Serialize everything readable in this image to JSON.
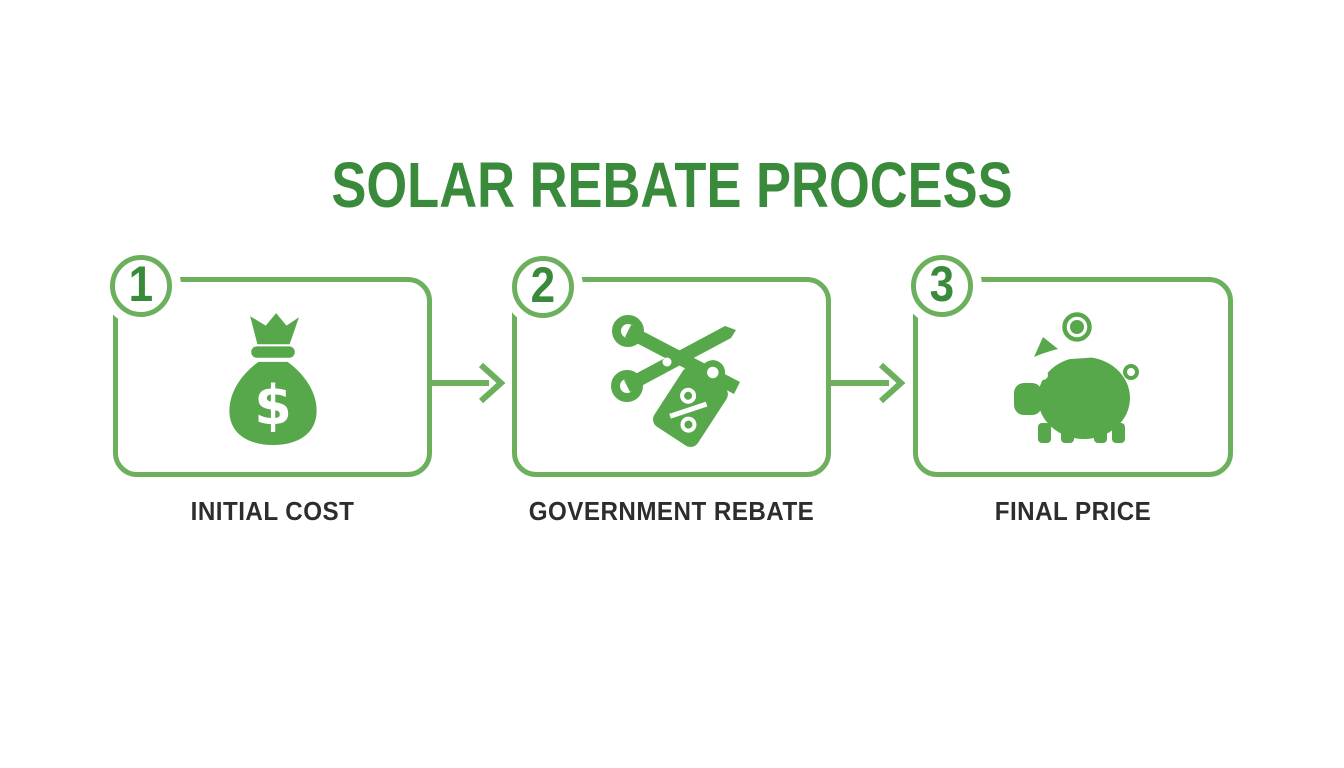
{
  "title": "SOLAR REBATE PROCESS",
  "steps": [
    {
      "number": "1",
      "label": "INITIAL COST",
      "icon": "money-bag-icon"
    },
    {
      "number": "2",
      "label": "GOVERNMENT REBATE",
      "icon": "scissors-price-tag-icon"
    },
    {
      "number": "3",
      "label": "FINAL PRICE",
      "icon": "piggy-bank-icon"
    }
  ],
  "connectors": [
    {
      "from": "1",
      "to": "2",
      "type": "arrow-right"
    },
    {
      "from": "2",
      "to": "3",
      "type": "arrow-right"
    }
  ],
  "colors": {
    "title_green": "#3a8a3c",
    "outline_green": "#6cb05e",
    "icon_green": "#57a84a",
    "label_dark": "#2d2d2d",
    "background": "#ffffff"
  }
}
